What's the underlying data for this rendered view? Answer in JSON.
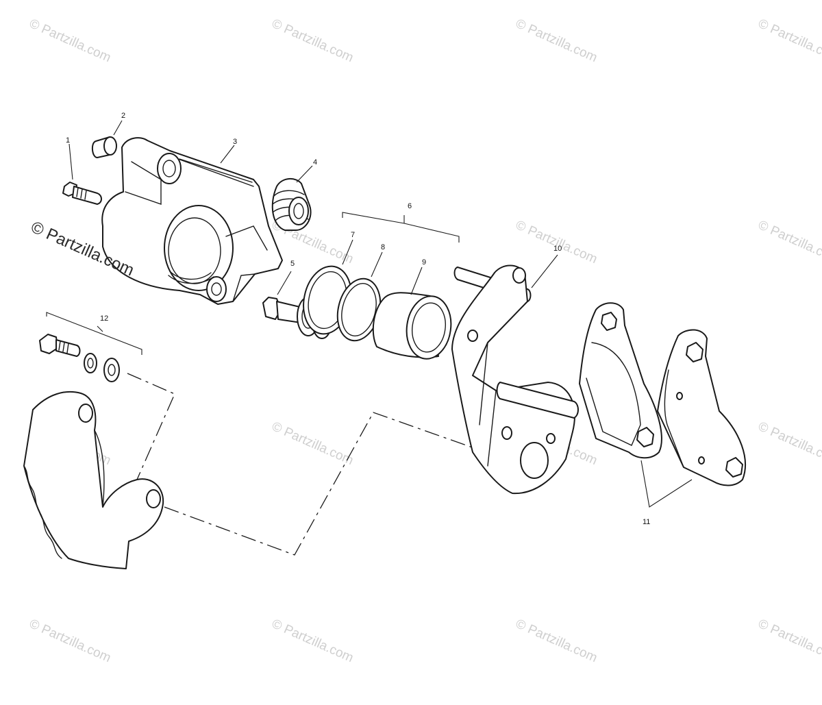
{
  "watermark": {
    "text": "© Partzilla.com",
    "color": "#cfcfcf",
    "prominent_color": "#2a2a2a"
  },
  "callouts": {
    "c1": "1",
    "c2": "2",
    "c3": "3",
    "c4": "4",
    "c5": "5",
    "c6": "6",
    "c7": "7",
    "c8": "8",
    "c9": "9",
    "c10": "10",
    "c11": "11",
    "c12": "12"
  },
  "icons": {
    "bleeder": "bleeder-screw-icon",
    "bushing": "bushing-icon",
    "caliper": "caliper-housing-icon",
    "boot": "dust-boot-icon",
    "bolt": "bolt-icon",
    "seal": "o-ring-icon",
    "piston": "piston-icon",
    "bracket": "caliper-bracket-icon",
    "pads": "brake-pad-icon",
    "knuckle": "spindle-knuckle-icon"
  }
}
